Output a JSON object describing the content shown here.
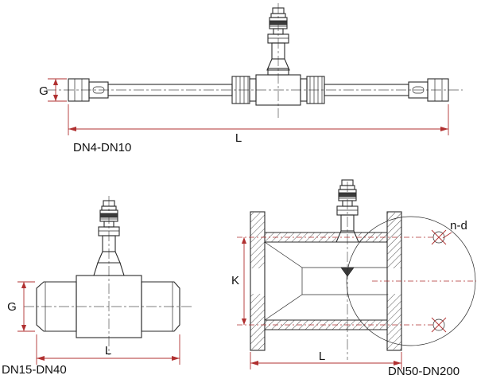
{
  "colors": {
    "drawing_line": "#2a2a2a",
    "dimension_line": "#b03030",
    "background": "#ffffff",
    "text": "#111111"
  },
  "drawings": {
    "dn4_dn10": {
      "caption": "DN4-DN10",
      "dim_g": "G",
      "dim_l": "L"
    },
    "dn15_dn40": {
      "caption": "DN15-DN40",
      "dim_g": "G",
      "dim_l": "L"
    },
    "dn50_dn200": {
      "caption": "DN50-DN200",
      "dim_k": "K",
      "dim_l": "L",
      "bolt_holes_label": "n-d"
    }
  }
}
